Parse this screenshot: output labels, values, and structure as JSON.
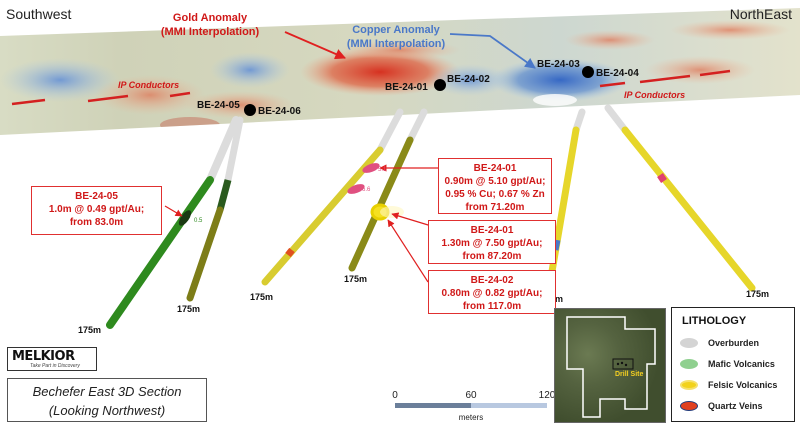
{
  "corners": {
    "left": "Southwest",
    "right": "NorthEast"
  },
  "anomalies": {
    "gold": {
      "line1": "Gold Anomaly",
      "line2": "(MMI Interpolation)"
    },
    "copper": {
      "line1": "Copper Anomaly",
      "line2": "(MMI Interpolation)"
    },
    "ip_left": "IP Conductors",
    "ip_right": "IP Conductors"
  },
  "collars": [
    "BE-24-05",
    "BE-24-06",
    "BE-24-01",
    "BE-24-02",
    "BE-24-03",
    "BE-24-04"
  ],
  "depth_labels": [
    "175m",
    "175m",
    "175m",
    "175m",
    "175m",
    "175m"
  ],
  "intercept_values": [
    "0.5",
    "5.1",
    "6.6"
  ],
  "callouts": [
    {
      "lines": [
        "BE-24-05",
        "1.0m @ 0.49 gpt/Au;",
        "from 83.0m"
      ]
    },
    {
      "lines": [
        "BE-24-01",
        "0.90m @ 5.10 gpt/Au;",
        "0.95 % Cu; 0.67 % Zn",
        "from 71.20m"
      ]
    },
    {
      "lines": [
        "BE-24-01",
        "1.30m @ 7.50 gpt/Au;",
        "from 87.20m"
      ]
    },
    {
      "lines": [
        "BE-24-02",
        "0.80m @ 0.82 gpt/Au;",
        "from 117.0m"
      ]
    }
  ],
  "scale": {
    "ticks": [
      "0",
      "60",
      "120"
    ],
    "unit": "meters"
  },
  "legend": {
    "title": "LITHOLOGY",
    "items": [
      {
        "label": "Overburden",
        "color": "#d4d4d4"
      },
      {
        "label": "Mafic Volcanics",
        "color": "#8fd08f"
      },
      {
        "label": "Felsic Volcanics",
        "color": "#f2d21a"
      },
      {
        "label": "Quartz Veins",
        "color": "#e04020"
      }
    ]
  },
  "title_box": {
    "line1": "Bechefer East 3D Section",
    "line2": "(Looking Northwest)"
  },
  "logo": {
    "name": "MELKIOR",
    "tagline": "Take Part in Discovery"
  },
  "map_inset": {
    "label": "Drill Site"
  },
  "colors": {
    "accent_red": "#d01818",
    "copper_blue": "#4a78c8",
    "mafic_green": "#2e8a1e",
    "felsic_yellow": "#e6d62a"
  }
}
